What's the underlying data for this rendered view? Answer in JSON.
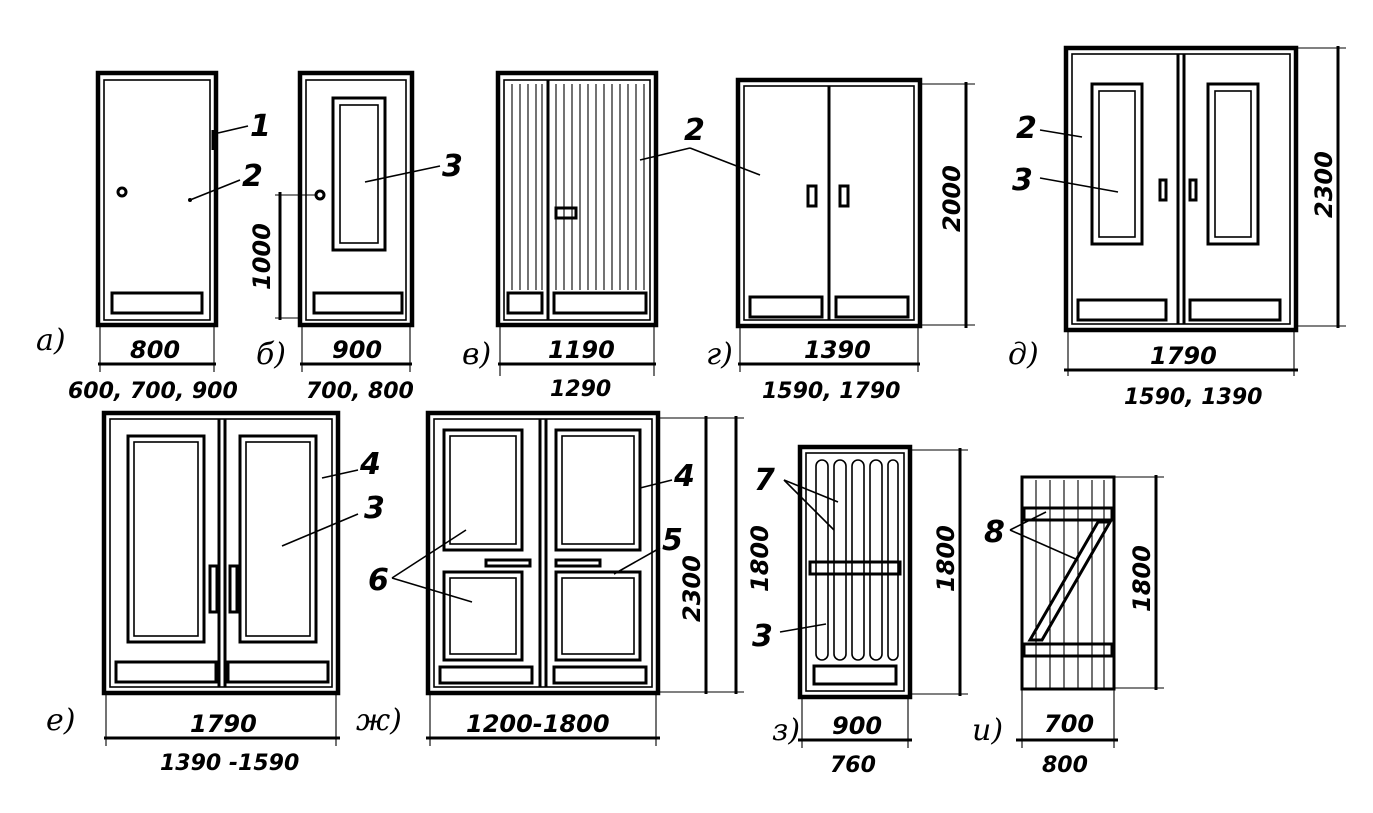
{
  "captions": {
    "a": "а)",
    "b": "б)",
    "v": "в)",
    "g": "г)",
    "d": "д)",
    "e": "е)",
    "zh": "ж)",
    "z": "з)",
    "i": "и)"
  },
  "dimensions": {
    "a_width": "800",
    "a_options": "600, 700, 900",
    "b_width": "900",
    "b_options": "700, 800",
    "b_height": "1000",
    "v_width": "1190",
    "v_options": "1290",
    "g_width": "1390",
    "g_options": "1590, 1790",
    "g_height": "2000",
    "d_width": "1790",
    "d_options": "1590, 1390",
    "d_height": "2300",
    "e_width": "1790",
    "e_options": "1390 -1590",
    "zh_width": "1200-1800",
    "zh_height": "2300",
    "zh_height2": "1800",
    "z_width": "900",
    "z_options": "760",
    "z_height": "1800",
    "i_width": "700",
    "i_options": "800",
    "i_height": "1800"
  },
  "labels": {
    "n1": "1",
    "n2a": "2",
    "n3b": "3",
    "n2vg": "2",
    "n2d": "2",
    "n3d": "3",
    "n4e": "4",
    "n3e": "3",
    "n4zh": "4",
    "n5zh": "5",
    "n6zh": "6",
    "n7z": "7",
    "n3z": "3",
    "n8i": "8"
  }
}
